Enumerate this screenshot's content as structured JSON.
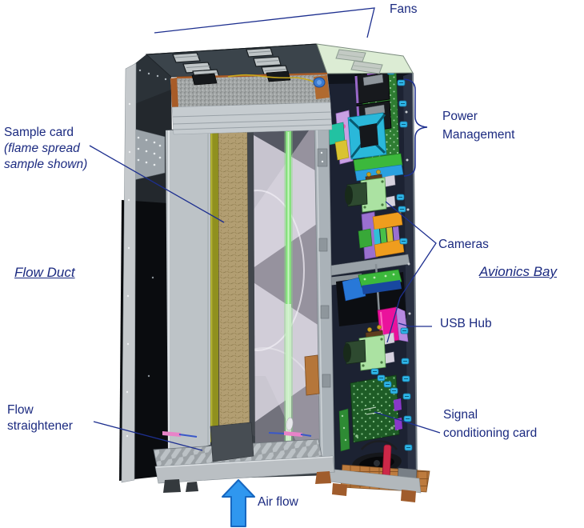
{
  "callouts": {
    "fans": {
      "label": "Fans"
    },
    "sample_card": {
      "line1": "Sample card",
      "line2": "(flame spread",
      "line3": "sample shown)"
    },
    "flow_duct": {
      "label": "Flow Duct"
    },
    "flow_straightener": {
      "line1": "Flow",
      "line2": "straightener"
    },
    "air_flow": {
      "label": "Air flow"
    },
    "power_management": {
      "line1": "Power",
      "line2": "Management"
    },
    "cameras": {
      "label": "Cameras"
    },
    "avionics_bay": {
      "label": "Avionics Bay"
    },
    "usb_hub": {
      "label": "USB Hub"
    },
    "signal_conditioning_card": {
      "line1": "Signal",
      "line2": "conditioning card"
    }
  },
  "colors": {
    "label_text": "#1b2a80",
    "leader_line": "#1d2f8f",
    "airflow_arrow_fill": "#2f97ef",
    "airflow_arrow_stroke": "#1767c0",
    "top_panel_slate": "#3b444b",
    "green_top_panel": "#dcecd4",
    "duct_wall_gray": "#bdc3c7",
    "sample_card_tan": "#b29e72",
    "sample_holder_olive": "#90901e",
    "led_strip_green": "#86e07e",
    "avionics_bay_navy": "#1c2232",
    "usb_hub_magenta": "#ea129c",
    "pcb_green": "#2e7d32",
    "copper_tray": "#bd7b3e"
  }
}
